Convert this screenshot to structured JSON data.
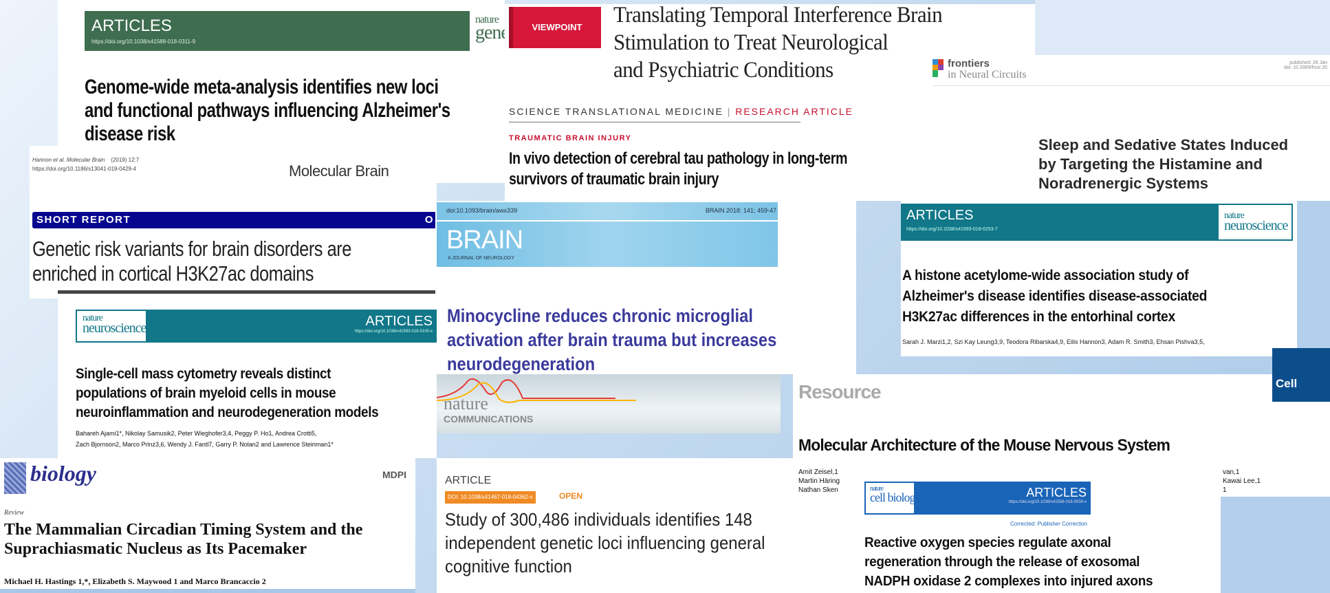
{
  "nature_genetics": {
    "section": "ARTICLES",
    "doi": "https://doi.org/10.1038/s41588-018-0311-9",
    "logo_top": "nature",
    "logo_bottom": "genetics",
    "title_lines": [
      "Genome-wide meta-analysis identifies new loci",
      "and functional pathways influencing Alzheimer's",
      "disease risk"
    ]
  },
  "molecular_brain": {
    "citation": "Hannon et al. Molecular Brain",
    "year_vol": "(2019) 12:7",
    "doi": "https://doi.org/10.1186/s13041-019-0429-4",
    "journal": "Molecular Brain",
    "type": "SHORT REPORT",
    "type_right": "O",
    "title_lines": [
      "Genetic risk variants for brain disorders are",
      "enriched in cortical H3K27ac domains"
    ]
  },
  "viewpoint": {
    "label": "VIEWPOINT",
    "title_lines": [
      "Translating Temporal Interference Brain",
      "Stimulation to Treat Neurological",
      "and Psychiatric Conditions"
    ]
  },
  "stm": {
    "journal": "SCIENCE TRANSLATIONAL MEDICINE",
    "separator": "|",
    "type": "RESEARCH ARTICLE",
    "category": "TRAUMATIC BRAIN INJURY",
    "title_lines": [
      "In vivo detection of cerebral tau pathology in long-term",
      "survivors of traumatic brain injury"
    ]
  },
  "frontiers": {
    "logo_top": "frontiers",
    "logo_bottom": "in Neural Circuits",
    "published": "published: 26 Jan",
    "doi": "doi: 10.3389/fncir.20",
    "title_lines": [
      "Sleep and Sedative States Induced",
      "by Targeting the Histamine and",
      "Noradrenergic Systems"
    ]
  },
  "brain": {
    "doi": "doi:10.1093/brain/awx339",
    "citation": "BRAIN 2018: 141; 459-47",
    "logo": "BRAIN",
    "subtitle": "A JOURNAL OF NEUROLOGY",
    "title_lines": [
      "Minocycline reduces chronic microglial",
      "activation after brain trauma but increases",
      "neurodegeneration"
    ]
  },
  "nn_right": {
    "section": "ARTICLES",
    "doi": "https://doi.org/10.1038/s41593-018-0253-7",
    "logo_top": "nature",
    "logo_bottom": "neuroscience",
    "title_lines": [
      "A histone acetylome-wide association study of",
      "Alzheimer's disease identifies disease-associated",
      "H3K27ac differences in the entorhinal cortex"
    ],
    "authors": "Sarah J. Marzi1,2, Szi Kay Leung3,9, Teodora Ribarska4,9, Eilis Hannon3, Adam R. Smith3, Ehsan Pishva3,5,"
  },
  "cell": {
    "logo": "Cell",
    "type": "Resource",
    "title": "Molecular Architecture of the Mouse Nervous System",
    "authors_left": [
      "Amit Zeisel,1",
      "Martin Häring",
      "Nathan Sken"
    ],
    "authors_right": [
      "van,1",
      "Kawai Lee,1",
      "1"
    ]
  },
  "nn_left": {
    "section": "ARTICLES",
    "doi": "https://doi.org/10.1038/s41593-018-0100-x",
    "logo_top": "nature",
    "logo_bottom": "neuroscience",
    "title_lines": [
      "Single-cell mass cytometry reveals distinct",
      "populations of brain myeloid cells in mouse",
      "neuroinflammation and neurodegeneration models"
    ],
    "authors_lines": [
      "Bahareh Ajami1*, Nikolay Samusik2, Peter Wieghofer3,4, Peggy P. Ho1, Andrea Crotti5,",
      "Zach Bjornson2, Marco Prinz3,6, Wendy J. Fantl7, Garry P. Nolan2 and Lawrence Steinman1*"
    ]
  },
  "nature_comms": {
    "logo_top": "nature",
    "logo_bottom": "COMMUNICATIONS"
  },
  "biology": {
    "logo": "biology",
    "publisher": "MDPI",
    "type": "Review",
    "title_lines": [
      "The Mammalian Circadian Timing System and the",
      "Suprachiasmatic Nucleus as Its Pacemaker"
    ],
    "authors": "Michael H. Hastings 1,*, Elizabeth S. Maywood 1 and Marco Brancaccio 2"
  },
  "ncomms_article": {
    "type": "ARTICLE",
    "doi": "DOI: 10.1038/s41467-018-04362-x",
    "access": "OPEN",
    "title_lines": [
      "Study of 300,486 individuals identifies 148",
      "independent genetic loci influencing general",
      "cognitive function"
    ]
  },
  "ncb": {
    "logo_top": "nature",
    "logo_bottom": "cell biology",
    "section": "ARTICLES",
    "doi": "https://doi.org/10.1038/s41556-018-0039-x",
    "correction": "Corrected: Publisher Correction",
    "title_lines": [
      "Reactive oxygen species regulate axonal",
      "regeneration through the release of exosomal",
      "NADPH oxidase 2 complexes into injured axons"
    ]
  },
  "colors": {
    "genetics_green": "#3f6d50",
    "short_report_navy": "#06068f",
    "viewpoint_red": "#d6173a",
    "stm_red": "#c8102e",
    "brain_blue": "#7cc3e6",
    "brain_title": "#3b3a9c",
    "nn_teal": "#117789",
    "cell_blue": "#0c4e8c",
    "ncb_blue": "#1a64b8",
    "orange": "#f08a24"
  }
}
